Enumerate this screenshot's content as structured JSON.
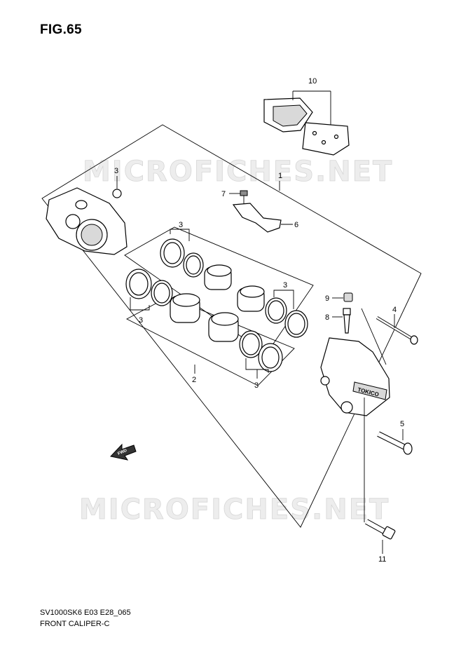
{
  "figure": {
    "title": "FIG.65",
    "footer_code": "SV1000SK6 E03 E28_065",
    "footer_name": "FRONT CALIPER-C"
  },
  "watermark": {
    "text": "MICROFICHES.NET"
  },
  "callouts": {
    "c1": "1",
    "c2": "2",
    "c3a": "3",
    "c3b": "3",
    "c3c": "3",
    "c3d": "3",
    "c3e": "3",
    "c4": "4",
    "c5": "5",
    "c6": "6",
    "c7": "7",
    "c8": "8",
    "c9": "9",
    "c10": "10",
    "c11": "11"
  },
  "stamps": {
    "fwd": "FWD",
    "tokico": "TOKICO"
  }
}
